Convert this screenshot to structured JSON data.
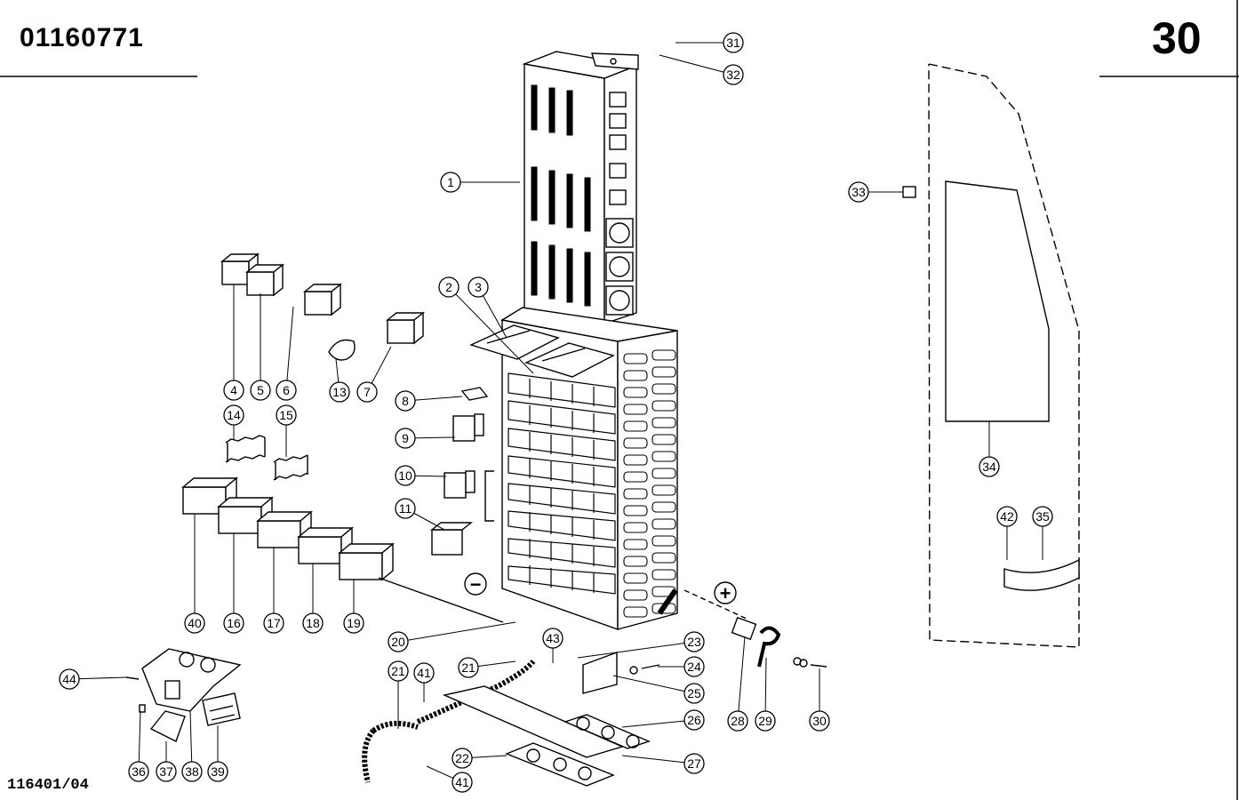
{
  "header": {
    "document_number": "01160771",
    "page_number": "30"
  },
  "footer": {
    "drawing_reference": "116401/04"
  },
  "polarity": {
    "negative": "−",
    "positive": "+"
  },
  "callouts": [
    {
      "id": "1",
      "label": "1"
    },
    {
      "id": "2",
      "label": "2"
    },
    {
      "id": "3",
      "label": "3"
    },
    {
      "id": "4",
      "label": "4"
    },
    {
      "id": "5",
      "label": "5"
    },
    {
      "id": "6",
      "label": "6"
    },
    {
      "id": "7",
      "label": "7"
    },
    {
      "id": "8",
      "label": "8"
    },
    {
      "id": "9",
      "label": "9"
    },
    {
      "id": "10",
      "label": "10"
    },
    {
      "id": "11",
      "label": "11"
    },
    {
      "id": "13",
      "label": "13"
    },
    {
      "id": "14",
      "label": "14"
    },
    {
      "id": "15",
      "label": "15"
    },
    {
      "id": "16",
      "label": "16"
    },
    {
      "id": "17",
      "label": "17"
    },
    {
      "id": "18",
      "label": "18"
    },
    {
      "id": "19",
      "label": "19"
    },
    {
      "id": "20",
      "label": "20"
    },
    {
      "id": "21a",
      "label": "21"
    },
    {
      "id": "21b",
      "label": "21"
    },
    {
      "id": "22",
      "label": "22"
    },
    {
      "id": "23",
      "label": "23"
    },
    {
      "id": "24",
      "label": "24"
    },
    {
      "id": "25",
      "label": "25"
    },
    {
      "id": "26",
      "label": "26"
    },
    {
      "id": "27",
      "label": "27"
    },
    {
      "id": "28",
      "label": "28"
    },
    {
      "id": "29",
      "label": "29"
    },
    {
      "id": "30",
      "label": "30"
    },
    {
      "id": "31",
      "label": "31"
    },
    {
      "id": "32",
      "label": "32"
    },
    {
      "id": "33",
      "label": "33"
    },
    {
      "id": "34",
      "label": "34"
    },
    {
      "id": "35",
      "label": "35"
    },
    {
      "id": "36",
      "label": "36"
    },
    {
      "id": "37",
      "label": "37"
    },
    {
      "id": "38",
      "label": "38"
    },
    {
      "id": "39",
      "label": "39"
    },
    {
      "id": "40",
      "label": "40"
    },
    {
      "id": "41a",
      "label": "41"
    },
    {
      "id": "41b",
      "label": "41"
    },
    {
      "id": "42",
      "label": "42"
    },
    {
      "id": "43",
      "label": "43"
    },
    {
      "id": "44",
      "label": "44"
    }
  ]
}
